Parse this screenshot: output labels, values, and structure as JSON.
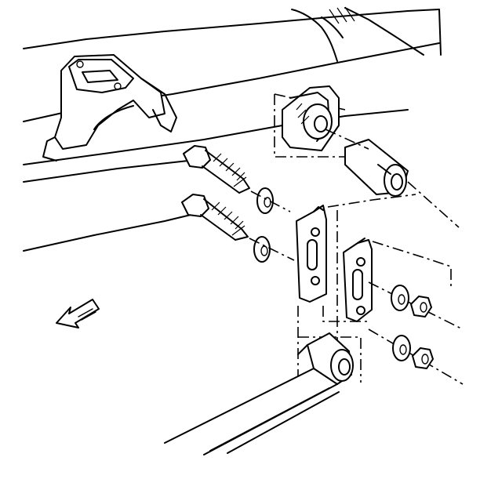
{
  "diagram": {
    "parts": [
      {
        "name": "frame-rail"
      },
      {
        "name": "frame-bracket"
      },
      {
        "name": "rear-shackle-bushing"
      },
      {
        "name": "spring-eye-bushing"
      },
      {
        "name": "shackle-bolt-upper"
      },
      {
        "name": "shackle-bolt-lower"
      },
      {
        "name": "washer-upper"
      },
      {
        "name": "washer-lower"
      },
      {
        "name": "shackle-plate-outer"
      },
      {
        "name": "shackle-plate-inner"
      },
      {
        "name": "washer-right-upper"
      },
      {
        "name": "washer-right-lower"
      },
      {
        "name": "nut-upper"
      },
      {
        "name": "nut-lower"
      },
      {
        "name": "leaf-spring"
      },
      {
        "name": "front-direction-arrow"
      }
    ],
    "colors": {
      "line": "#000000",
      "background": "#ffffff"
    }
  }
}
